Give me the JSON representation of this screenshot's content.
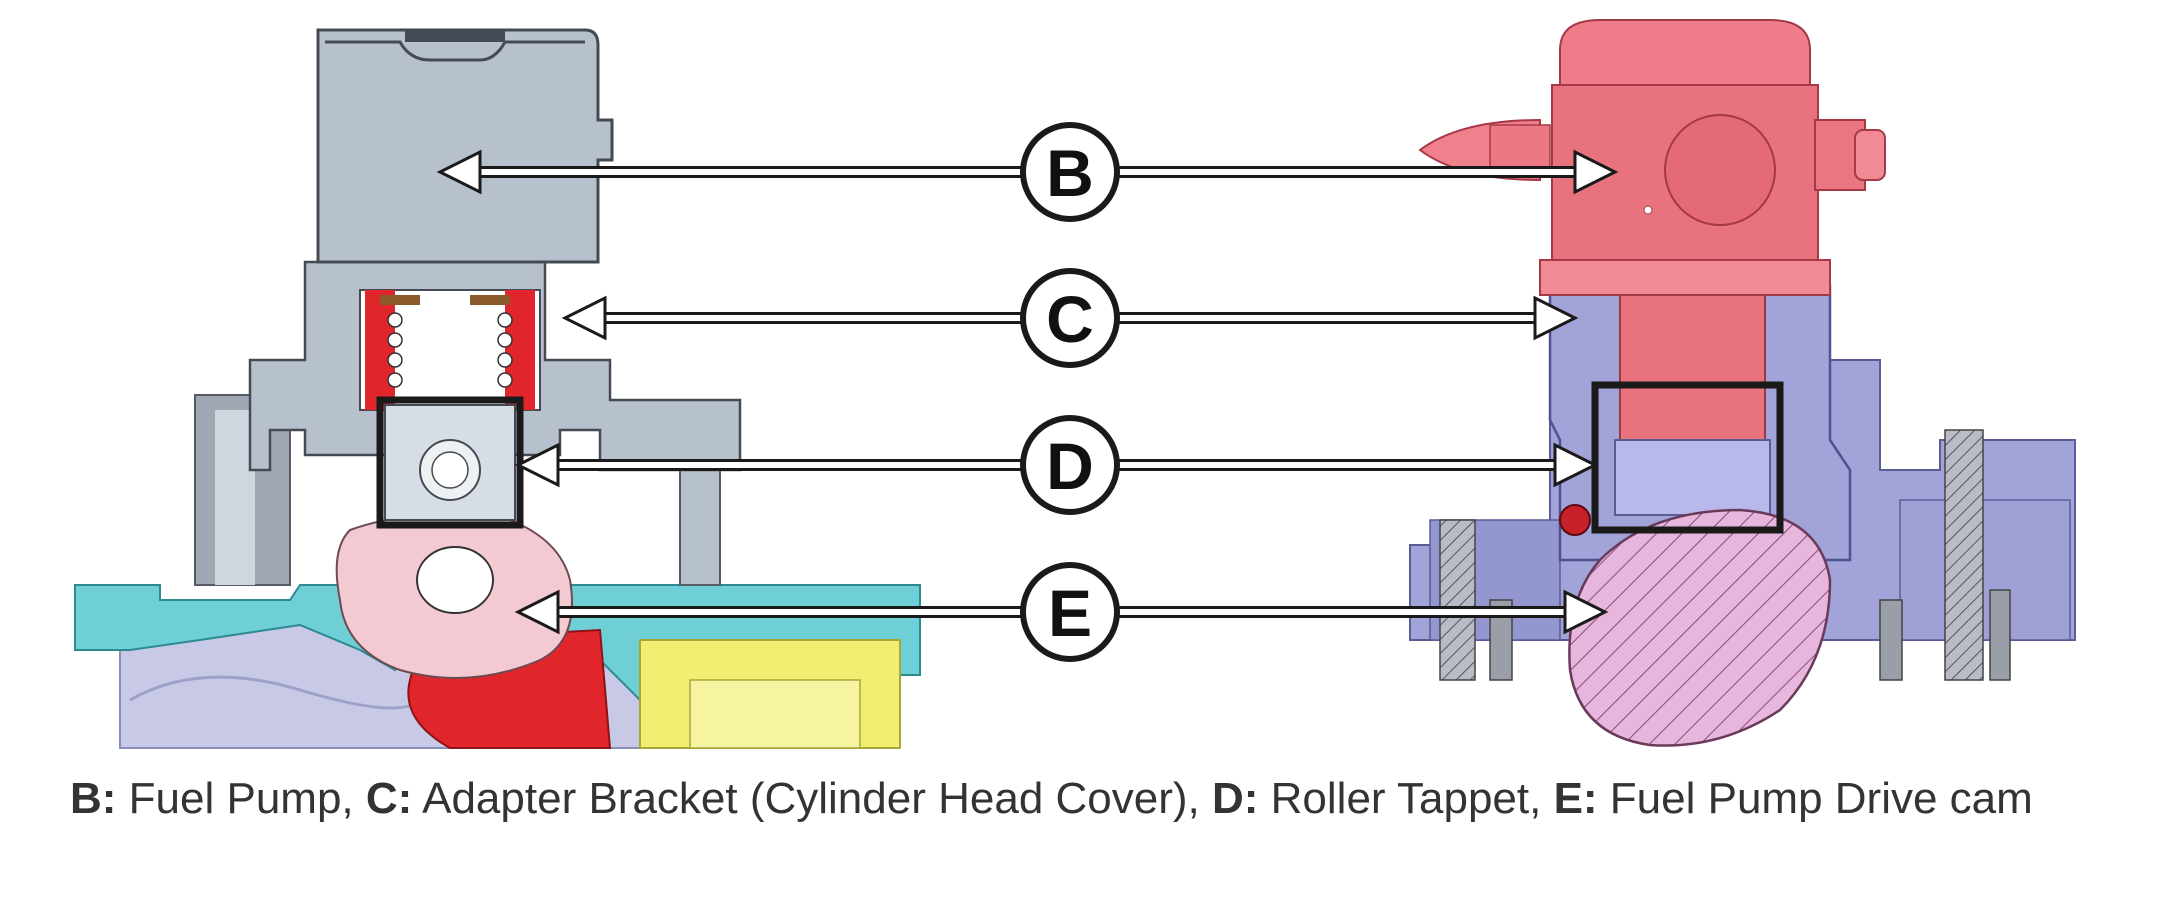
{
  "labels": {
    "b": "B",
    "c": "C",
    "d": "D",
    "e": "E"
  },
  "caption": {
    "b_key": "B:",
    "b_text": " Fuel Pump, ",
    "c_key": "C:",
    "c_text": " Adapter Bracket (Cylinder Head Cover), ",
    "d_key": "D:",
    "d_text": " Roller Tappet, ",
    "e_key": "E:",
    "e_text": " Fuel Pump Drive cam"
  },
  "colors": {
    "pump_left": "#b6c1cd",
    "pump_right": "#e8737f",
    "bracket_right": "#a2a3d8",
    "spring_red": "#e0252b",
    "head_cyan": "#6fcfd6",
    "head_lavender": "#c7c9e6",
    "cam_pink": "#f3c9d2",
    "yellow": "#f1ef72",
    "arrow_outline": "#1a1a1a"
  }
}
